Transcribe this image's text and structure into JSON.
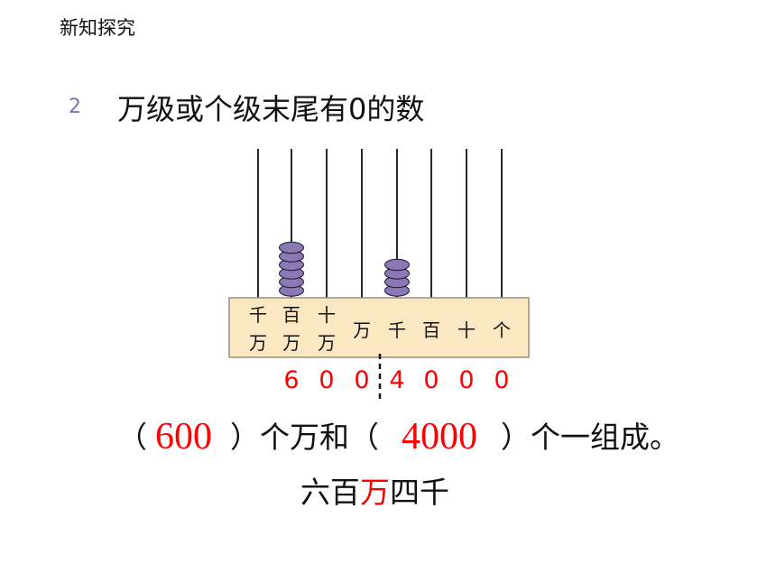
{
  "header": {
    "section_title": "新知探究"
  },
  "example": {
    "number": "2",
    "title": "万级或个级末尾有0的数"
  },
  "abacus": {
    "place_labels_top": [
      "千",
      "百",
      "十",
      "万",
      "千",
      "百",
      "十",
      "个"
    ],
    "place_labels_bottom": [
      "万",
      "万",
      "万"
    ],
    "bead_counts": [
      0,
      6,
      0,
      0,
      4,
      0,
      0,
      0
    ],
    "digits": [
      "6",
      "0",
      "0",
      "4",
      "0",
      "0",
      "0"
    ],
    "colors": {
      "bead": "#8b78b5",
      "frame_fill": "#fbe7c2",
      "digit": "#ff0000"
    }
  },
  "sentence": {
    "open1": "（",
    "answer1": "600",
    "mid": "）个万和（",
    "answer2": "4000",
    "end": "）个一组成。"
  },
  "reading": {
    "part1": "六百",
    "highlight": "万",
    "part2": "四千"
  }
}
